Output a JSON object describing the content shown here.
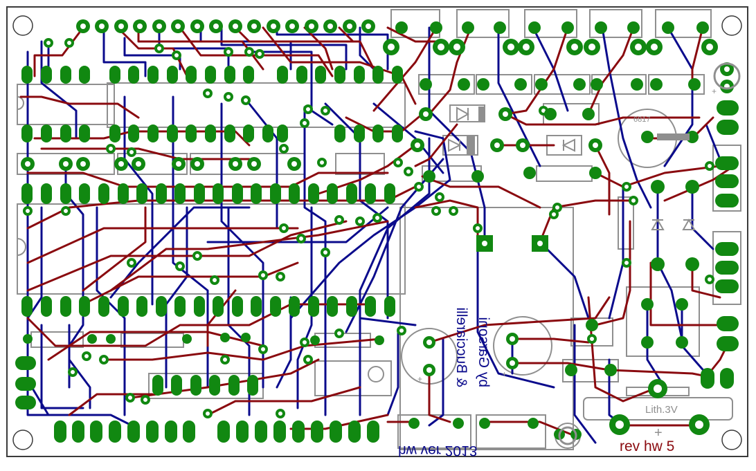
{
  "board": {
    "rev_label": "rev hw 5",
    "battery_label": "Lith.3V",
    "diode_label": "6817",
    "mirrored_credit_line1": "& Bucciarelli",
    "mirrored_credit_line2": "by Garsoni",
    "mirrored_footer": "hw ver 2013",
    "colors": {
      "bottom_trace": "#0b0b8c",
      "top_trace": "#8a0a0f",
      "pad": "#118811",
      "silk": "#8f8f8f",
      "outline": "#3a3a3a",
      "rev_text": "#8a0a0f",
      "mirrored_text": "#0b0b8c"
    }
  }
}
